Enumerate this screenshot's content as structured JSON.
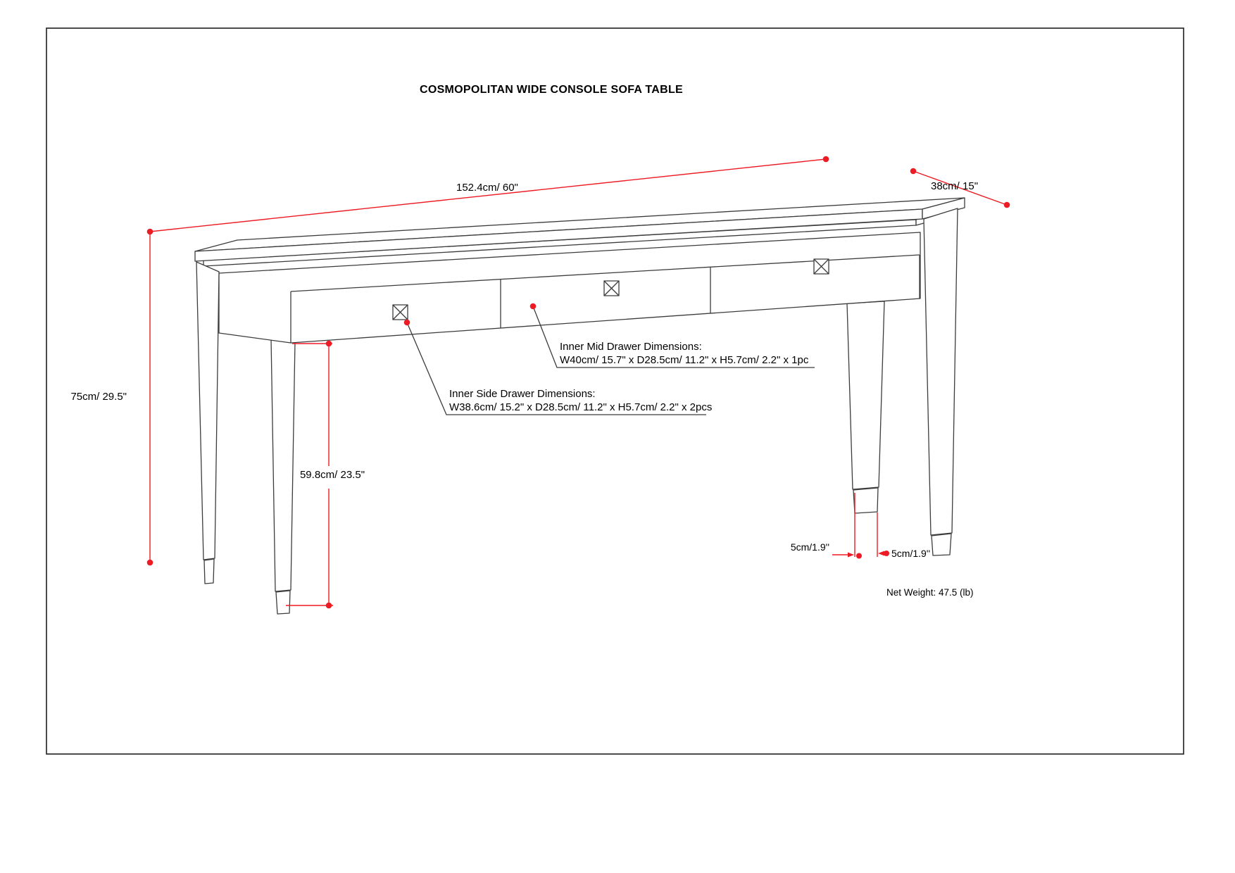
{
  "page": {
    "title": "COSMOPOLITAN WIDE CONSOLE SOFA TABLE"
  },
  "colors": {
    "dimension_red": "#ed1c24",
    "drawing_line": "#3c3c3c",
    "text": "#000000",
    "background": "#ffffff"
  },
  "dimensions": {
    "length": "152.4cm/ 60\"",
    "depth": "38cm/ 15\"",
    "height": "75cm/ 29.5\"",
    "leg_height": "59.8cm/ 23.5\"",
    "foot_back": "5cm/1.9''",
    "foot_front": "5cm/1.9''"
  },
  "callouts": {
    "mid_drawer": {
      "title": "Inner Mid Drawer Dimensions:",
      "specs": "W40cm/ 15.7\" x D28.5cm/ 11.2\" x H5.7cm/ 2.2\" x 1pc"
    },
    "side_drawer": {
      "title": "Inner Side Drawer Dimensions:",
      "specs": "W38.6cm/ 15.2\" x D28.5cm/ 11.2\" x H5.7cm/ 2.2\" x 2pcs"
    }
  },
  "footer": {
    "net_weight": "Net Weight:  47.5 (lb)"
  }
}
